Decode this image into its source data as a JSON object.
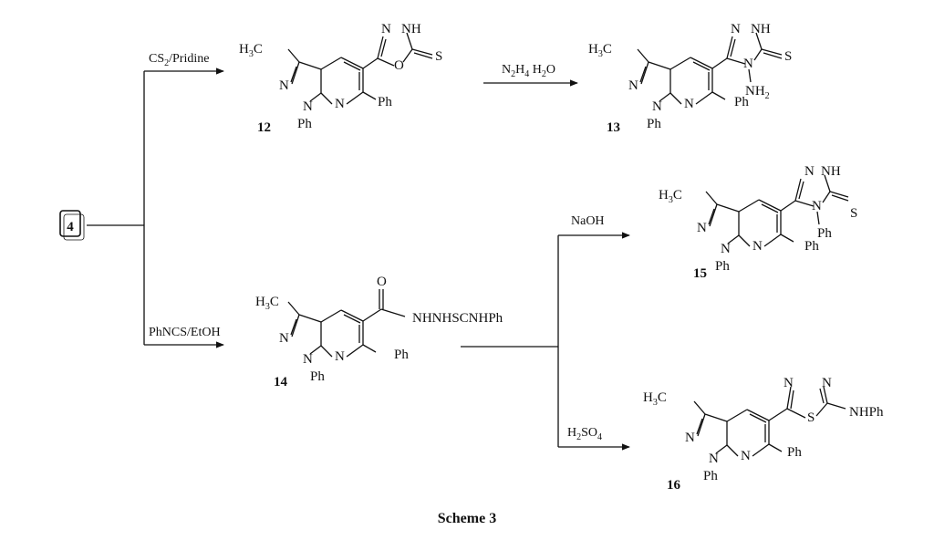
{
  "start_label": "4",
  "caption": "Scheme 3",
  "reagents": {
    "cs2": "CS",
    "cs2_sub": "2",
    "cs2_rest": "/Pridine",
    "hydrazine_n": "N",
    "hydrazine_sub": "2",
    "hydrazine_h": "H",
    "hydrazine_sub2": "4",
    "hydrazine_rest": " H",
    "hydrazine_sub3": "2",
    "hydrazine_o": "O",
    "phncs": "PhNCS/EtOH",
    "naoh": "NaOH",
    "h2so4_h": "H",
    "h2so4_sub": "2",
    "h2so4_so": "SO",
    "h2so4_sub2": "4"
  },
  "atoms": {
    "h3c_h": "H",
    "h3c_sub": "3",
    "h3c_c": "C",
    "n": "N",
    "ph": "Ph",
    "nh": "NH",
    "o": "O",
    "s": "S",
    "nh2_n": "NH",
    "nh2_sub": "2",
    "nhph": "NHPh",
    "chain": "NHNHSCNHPh"
  },
  "compounds": {
    "c12": "12",
    "c13": "13",
    "c14": "14",
    "c15": "15",
    "c16": "16"
  }
}
